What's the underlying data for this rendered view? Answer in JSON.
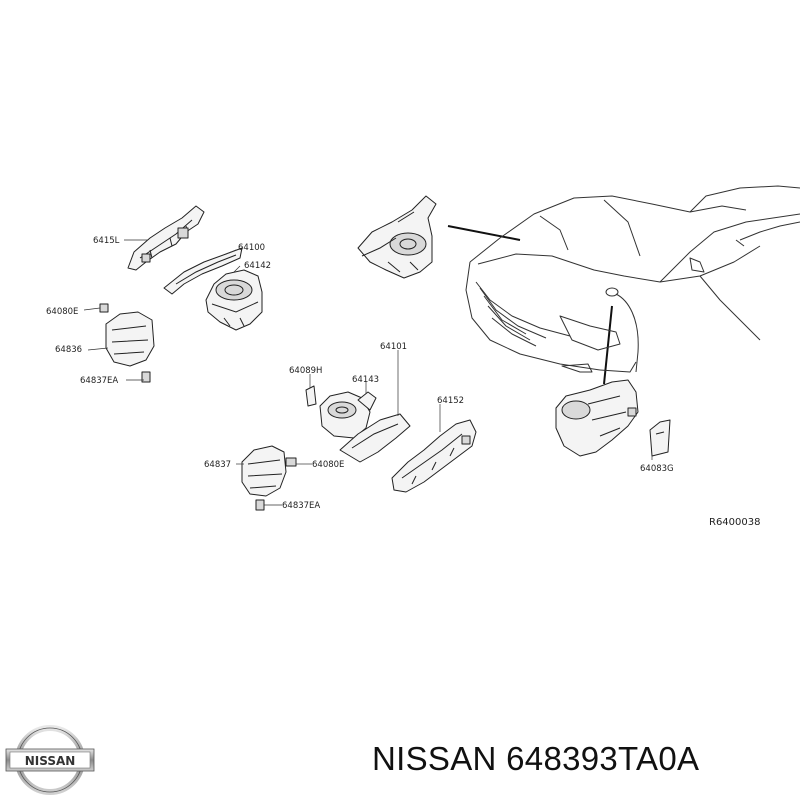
{
  "diagram": {
    "labels": {
      "p6415l": "6415L",
      "p64100": "64100",
      "p64142": "64142",
      "p64080e_top": "64080E",
      "p64836": "64836",
      "p64837ea_top": "64837EA",
      "p64089h": "64089H",
      "p64101": "64101",
      "p64143": "64143",
      "p64152": "64152",
      "p64837": "64837",
      "p64080e_bottom": "64080E",
      "p64837ea_bottom": "64837EA",
      "p64083g": "64083G"
    },
    "reference_code": "R6400038"
  },
  "logo": {
    "text": "NISSAN",
    "icon": "nissan-logo-icon"
  },
  "caption": "NISSAN 648393TA0A"
}
